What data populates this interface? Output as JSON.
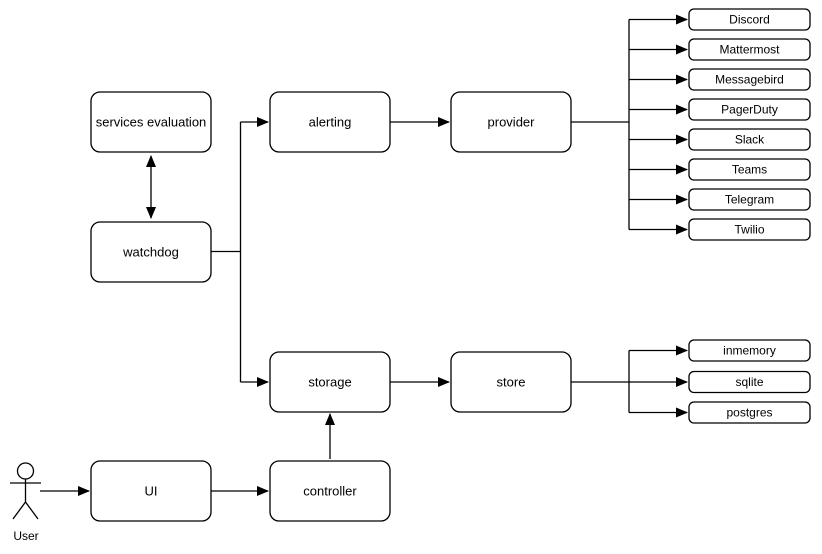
{
  "diagram": {
    "type": "architecture-flow-diagram",
    "colors": {
      "background": "#ffffff",
      "stroke": "#000000",
      "node_fill": "#ffffff",
      "text": "#000000"
    },
    "nodes": {
      "services_evaluation": "services evaluation",
      "watchdog": "watchdog",
      "alerting": "alerting",
      "provider": "provider",
      "storage": "storage",
      "store": "store",
      "ui": "UI",
      "controller": "controller"
    },
    "providers": [
      "Discord",
      "Mattermost",
      "Messagebird",
      "PagerDuty",
      "Slack",
      "Teams",
      "Telegram",
      "Twilio"
    ],
    "stores": [
      "inmemory",
      "sqlite",
      "postgres"
    ],
    "actor": {
      "label": "User"
    },
    "edges": [
      {
        "from": "services evaluation",
        "to": "watchdog",
        "direction": "bidirectional"
      },
      {
        "from": "watchdog",
        "to": "alerting",
        "direction": "forward"
      },
      {
        "from": "watchdog",
        "to": "storage",
        "direction": "forward"
      },
      {
        "from": "alerting",
        "to": "provider",
        "direction": "forward"
      },
      {
        "from": "provider",
        "to": "Discord",
        "direction": "forward"
      },
      {
        "from": "provider",
        "to": "Mattermost",
        "direction": "forward"
      },
      {
        "from": "provider",
        "to": "Messagebird",
        "direction": "forward"
      },
      {
        "from": "provider",
        "to": "PagerDuty",
        "direction": "forward"
      },
      {
        "from": "provider",
        "to": "Slack",
        "direction": "forward"
      },
      {
        "from": "provider",
        "to": "Teams",
        "direction": "forward"
      },
      {
        "from": "provider",
        "to": "Telegram",
        "direction": "forward"
      },
      {
        "from": "provider",
        "to": "Twilio",
        "direction": "forward"
      },
      {
        "from": "storage",
        "to": "store",
        "direction": "forward"
      },
      {
        "from": "store",
        "to": "inmemory",
        "direction": "forward"
      },
      {
        "from": "store",
        "to": "sqlite",
        "direction": "forward"
      },
      {
        "from": "store",
        "to": "postgres",
        "direction": "forward"
      },
      {
        "from": "User",
        "to": "UI",
        "direction": "forward"
      },
      {
        "from": "UI",
        "to": "controller",
        "direction": "forward"
      },
      {
        "from": "controller",
        "to": "storage",
        "direction": "forward"
      }
    ]
  }
}
